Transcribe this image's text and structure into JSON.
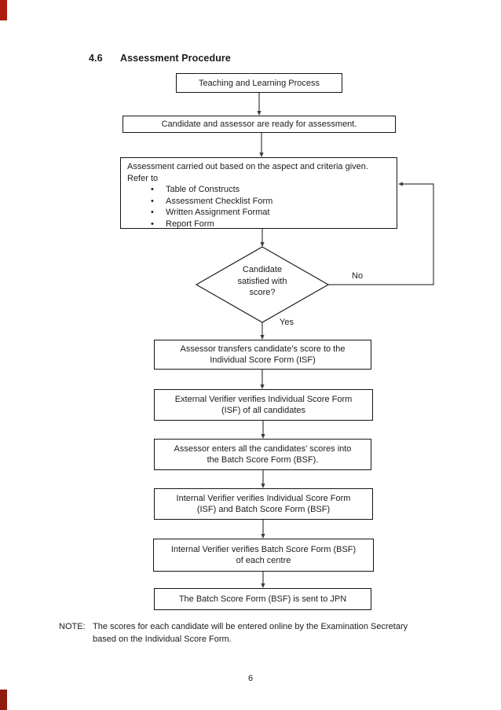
{
  "page": {
    "heading": {
      "number": "4.6",
      "title": "Assessment Procedure"
    },
    "page_number": "6",
    "note": {
      "label": "NOTE:",
      "lines": [
        "The scores for each candidate will be entered online by the Examination Secretary",
        "based on the Individual Score Form."
      ]
    },
    "edge_artifact_colors": {
      "top": "#ad1a0e",
      "bottom": "#8f1d12"
    },
    "line_color": "#3d3d3d",
    "text_color": "#1c1c1c"
  },
  "flowchart": {
    "bullet_glyph": "•",
    "boxes": {
      "teaching": {
        "lines": [
          "Teaching and Learning Process"
        ]
      },
      "ready": {
        "lines": [
          "Candidate and assessor are ready for assessment."
        ]
      },
      "assessment": {
        "intro_lines": [
          "Assessment carried out based on the aspect and criteria given.",
          "Refer to"
        ],
        "bullets": [
          "Table of Constructs",
          "Assessment Checklist Form",
          "Written Assignment Format",
          "Report Form"
        ]
      },
      "transfer": {
        "lines": [
          "Assessor transfers candidate's score to the",
          "Individual Score Form (ISF)"
        ]
      },
      "external_verify": {
        "lines": [
          "External Verifier verifies Individual Score Form",
          "(ISF) of all candidates"
        ]
      },
      "batch_entry": {
        "lines": [
          "Assessor enters all the candidates' scores into",
          "the Batch Score Form (BSF)."
        ]
      },
      "internal_verify_isf": {
        "lines": [
          "Internal Verifier verifies Individual Score Form",
          "(ISF) and Batch Score Form (BSF)"
        ]
      },
      "internal_verify_bsf": {
        "lines": [
          "Internal Verifier verifies Batch Score Form (BSF)",
          "of each centre"
        ]
      },
      "sent_jpn": {
        "lines": [
          "The Batch Score Form (BSF) is sent to JPN"
        ]
      }
    },
    "decision": {
      "lines": [
        "Candidate",
        "satisfied with",
        "score?"
      ]
    },
    "branch_labels": {
      "yes": "Yes",
      "no": "No"
    }
  }
}
